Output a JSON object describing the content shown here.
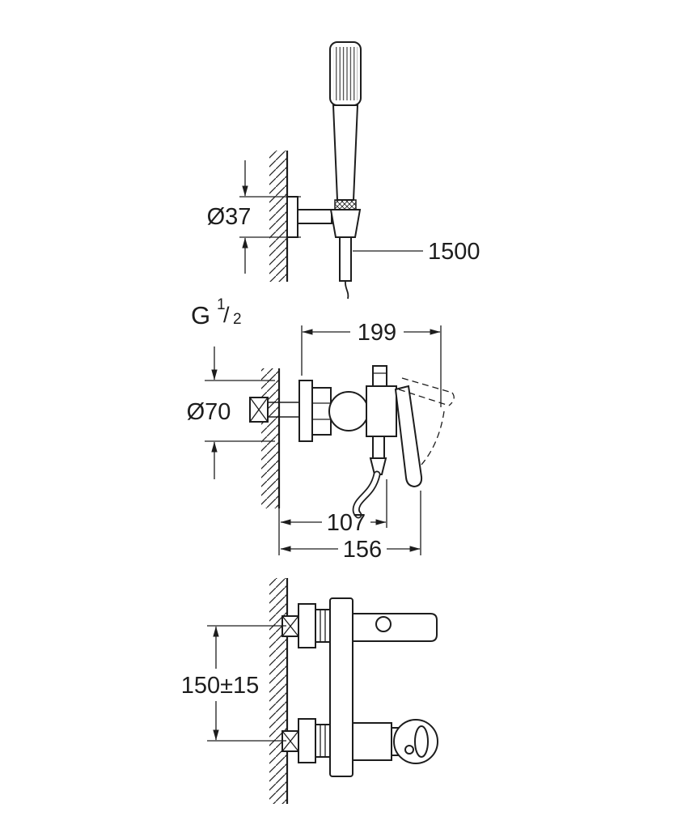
{
  "meta": {
    "background_color": "#ffffff",
    "line_color": "#1d1d1d"
  },
  "labels": {
    "holder_diameter": "Ø37",
    "hose_length": "1500",
    "thread_g": "G",
    "thread_num": "1",
    "thread_slash": "/",
    "thread_den": "2",
    "projection": "199",
    "escutcheon_diameter": "Ø70",
    "depth_hose_outlet": "107",
    "depth_handle": "156",
    "connection_distance": "150±15"
  }
}
